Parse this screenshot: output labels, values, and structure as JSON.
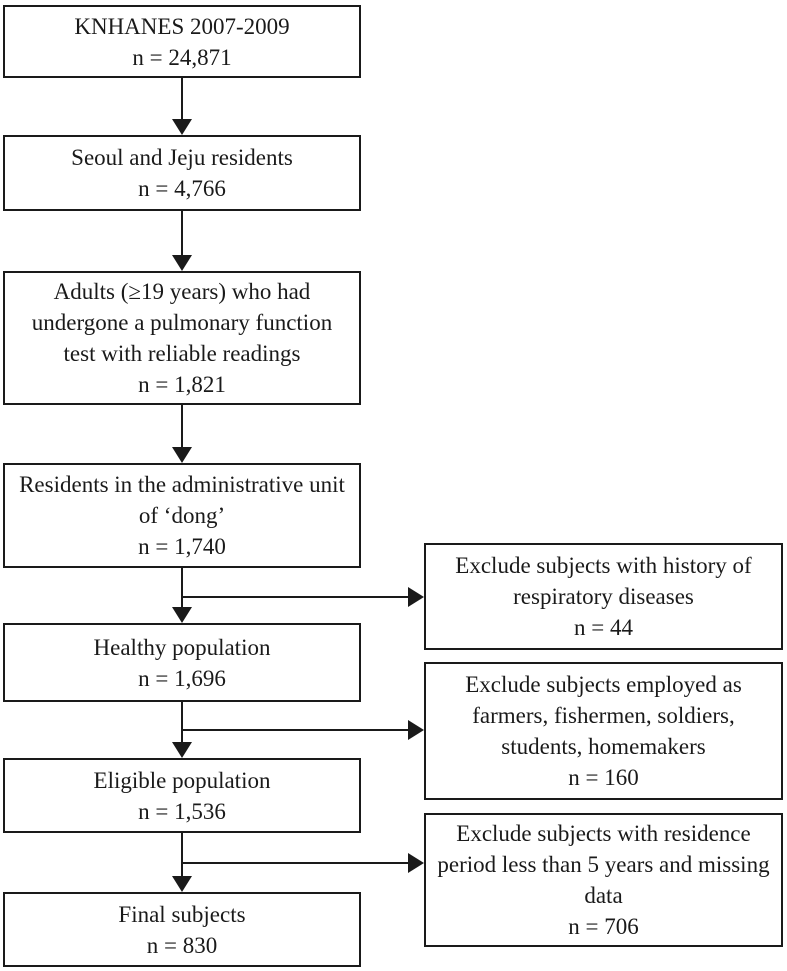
{
  "flowchart": {
    "main_boxes": [
      {
        "label": "KNHANES 2007-2009",
        "n": "n = 24,871"
      },
      {
        "label": "Seoul and Jeju residents",
        "n": "n = 4,766"
      },
      {
        "label": "Adults (≥19 years) who had undergone a pulmonary function test with reliable readings",
        "n": "n = 1,821"
      },
      {
        "label": "Residents in the administrative unit of ‘dong’",
        "n": "n = 1,740"
      },
      {
        "label": "Healthy population",
        "n": "n = 1,696"
      },
      {
        "label": "Eligible population",
        "n": "n = 1,536"
      },
      {
        "label": "Final subjects",
        "n": "n = 830"
      }
    ],
    "exclusion_boxes": [
      {
        "label": "Exclude subjects with history of respiratory diseases",
        "n": "n = 44"
      },
      {
        "label": "Exclude subjects employed as farmers, fishermen, soldiers, students, homemakers",
        "n": "n = 160"
      },
      {
        "label": "Exclude subjects with residence period less than 5 years and missing data",
        "n": "n = 706"
      }
    ],
    "colors": {
      "line": "#1a1a1a",
      "background": "#ffffff"
    }
  }
}
